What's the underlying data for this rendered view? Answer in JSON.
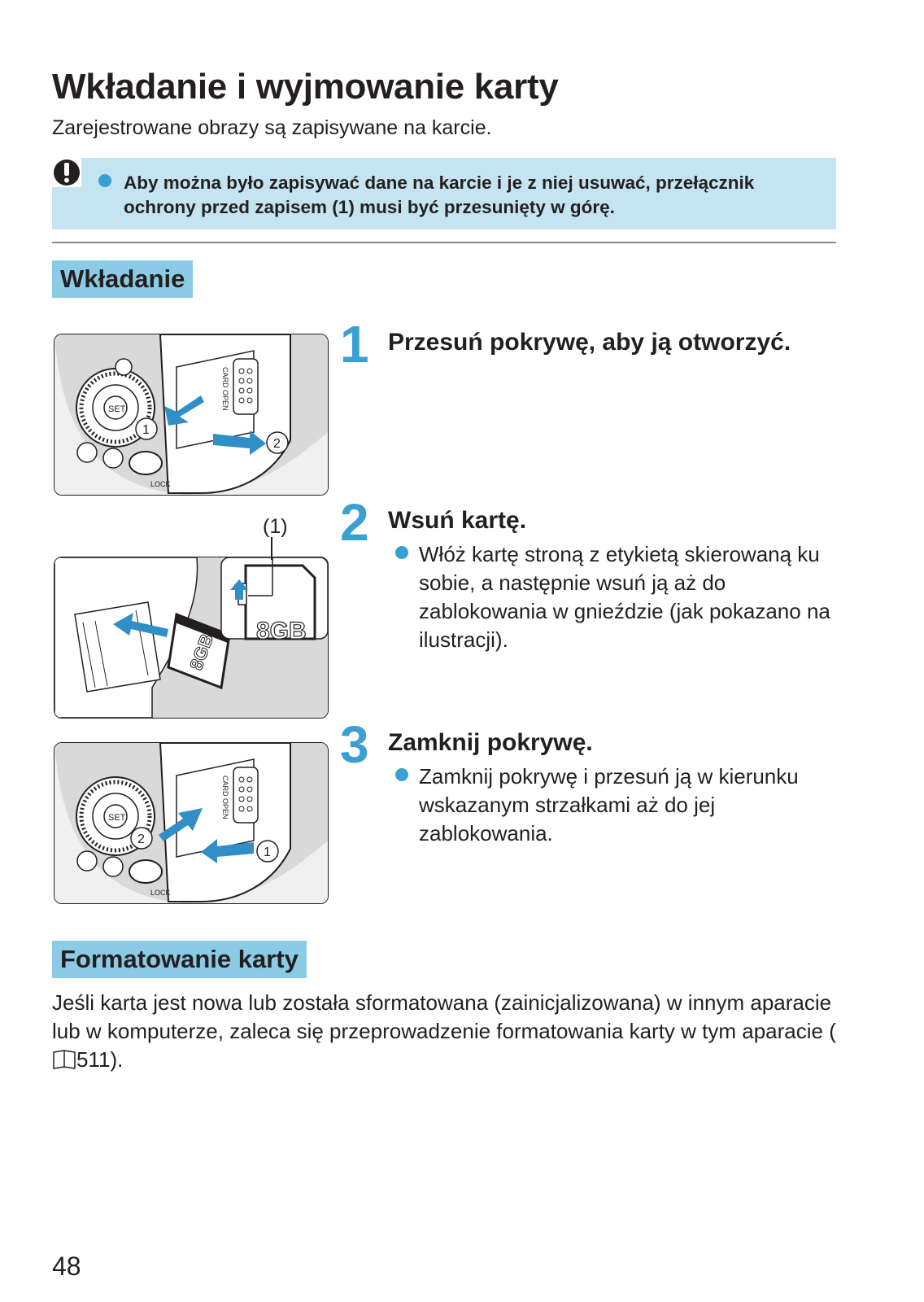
{
  "page": {
    "title": "Wkładanie i wyjmowanie karty",
    "subtitle": "Zarejestrowane obrazy są zapisywane na karcie.",
    "page_number": "48"
  },
  "warning": {
    "icon": "caution-icon",
    "text": "Aby można było zapisywać dane na karcie i je z niej usuwać, przełącznik ochrony przed zapisem (1) musi być przesunięty w górę."
  },
  "sections": {
    "insert_title": "Wkładanie",
    "format_title": "Formatowanie karty"
  },
  "steps": [
    {
      "number": "1",
      "title": "Przesuń pokrywę, aby ją otworzyć.",
      "text": ""
    },
    {
      "number": "2",
      "title": "Wsuń kartę.",
      "text": "Włóż kartę stroną z etykietą skierowaną ku sobie, a następnie wsuń ją aż do zablokowania w gnieździe (jak pokazano na ilustracji)."
    },
    {
      "number": "3",
      "title": "Zamknij pokrywę.",
      "text": "Zamknij pokrywę i przesuń ją w kierunku wskazanym strzałkami aż do jej zablokowania."
    }
  ],
  "illustrations": {
    "cover_label": "CARD OPEN",
    "lock_label": "LOCK",
    "set_label": "SET",
    "marker_1": "1",
    "marker_2": "2",
    "callout_1": "(1)",
    "card_capacity": "8GB"
  },
  "format": {
    "text_before": "Jeśli karta jest nowa lub została sformatowana (zainicjalizowana) w innym aparacie lub w komputerze, zaleca się przeprowadzenie formatowania karty w tym aparacie (",
    "page_ref": "511",
    "text_after": ")."
  },
  "colors": {
    "accent": "#3aa0d2",
    "warning_bg": "#c5e4f2",
    "section_bg": "#8ccbe6"
  }
}
